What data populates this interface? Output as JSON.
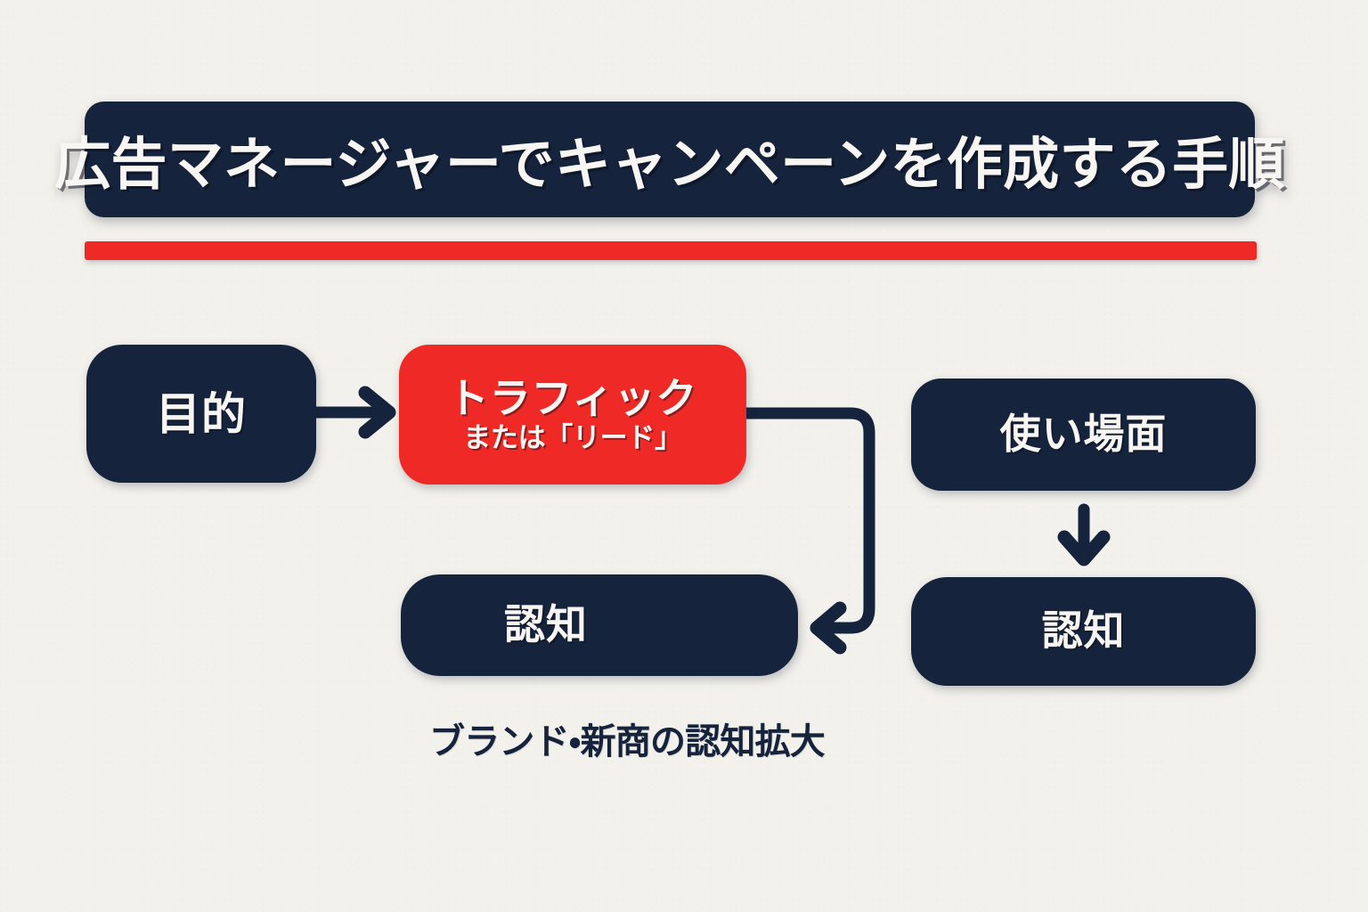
{
  "meta": {
    "background_color": "#f2f1ec",
    "navy": "#16233d",
    "red": "#ef2a26",
    "text_on_dark": "#f7f6f2"
  },
  "header": {
    "title": "広告マネージャーでキャンペーンを作成する手順",
    "accent_rule_color": "#ef2a26"
  },
  "flow": {
    "nodes": [
      {
        "id": "objective",
        "label": "目的",
        "style": "navy",
        "name": "flow-node-objective"
      },
      {
        "id": "traffic",
        "label_main": "トラフィック",
        "label_sub": "または「リード」",
        "style": "red",
        "name": "flow-node-traffic"
      },
      {
        "id": "awareness-left",
        "label": "認知",
        "style": "navy",
        "name": "flow-node-awareness-left"
      },
      {
        "id": "usecase",
        "label": "使い場面",
        "style": "navy",
        "name": "flow-node-usecase"
      },
      {
        "id": "awareness-right",
        "label": "認知",
        "style": "navy",
        "name": "flow-node-awareness-right"
      }
    ],
    "connectors": [
      {
        "id": "objective-to-traffic",
        "from": "objective",
        "to": "traffic",
        "direction": "right",
        "shape": "straight"
      },
      {
        "id": "traffic-to-awareness-left",
        "from": "traffic",
        "to": "awareness-left",
        "direction": "left",
        "shape": "elbow"
      },
      {
        "id": "usecase-to-awareness-right",
        "from": "usecase",
        "to": "awareness-right",
        "direction": "down",
        "shape": "straight"
      }
    ],
    "caption": "ブランド・新商の認知拡大"
  }
}
